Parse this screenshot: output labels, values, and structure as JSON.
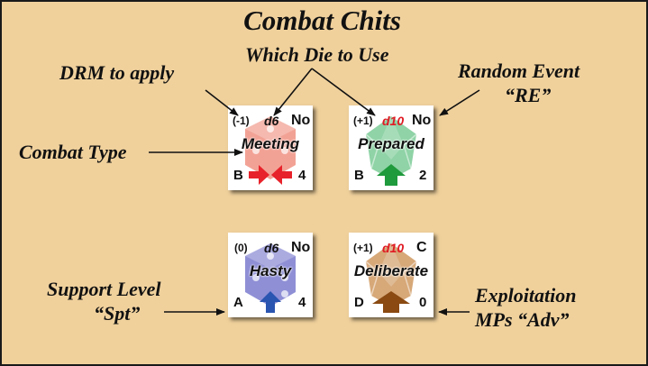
{
  "title": "Combat Chits",
  "labels": {
    "which_die": "Which Die to Use",
    "drm": "DRM to apply",
    "random_event_1": "Random Event",
    "random_event_2": "“RE”",
    "combat_type": "Combat Type",
    "support_1": "Support Level",
    "support_2": "“Spt”",
    "exploitation_1": "Exploitation",
    "exploitation_2": "MPs “Adv”"
  },
  "chits": [
    {
      "drm": "(-1)",
      "die": "d6",
      "re": "No",
      "type": "Meeting",
      "spt": "B",
      "adv": "4",
      "color": "#f2a295",
      "die_text_color": "#111111",
      "icon": "converging-arrows-icon",
      "icon_color": "#e8222a"
    },
    {
      "drm": "(+1)",
      "die": "d10",
      "re": "No",
      "type": "Prepared",
      "spt": "B",
      "adv": "2",
      "color": "#8fd3a6",
      "die_text_color": "#e01b24",
      "icon": "up-arrow-icon",
      "icon_color": "#1f9a3c"
    },
    {
      "drm": "(0)",
      "die": "d6",
      "re": "No",
      "type": "Hasty",
      "spt": "A",
      "adv": "4",
      "color": "#8f8fd6",
      "die_text_color": "#111111",
      "icon": "up-arrow-icon",
      "icon_color": "#2a55b0"
    },
    {
      "drm": "(+1)",
      "die": "d10",
      "re": "C",
      "type": "Deliberate",
      "spt": "D",
      "adv": "0",
      "color": "#d7a878",
      "die_text_color": "#e01b24",
      "icon": "wide-up-arrow-icon",
      "icon_color": "#8a4a12"
    }
  ]
}
